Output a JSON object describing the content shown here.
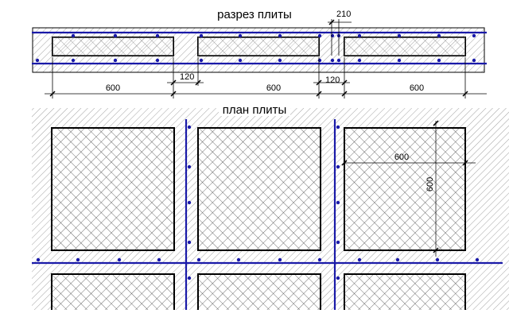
{
  "section": {
    "title": "разрез плиты",
    "dims": {
      "rib": "210",
      "insert_a": "600",
      "gap_a": "120",
      "insert_b": "600",
      "gap_b": "120",
      "insert_c": "600"
    }
  },
  "plan": {
    "title": "план плиты",
    "dims": {
      "width": "600",
      "height": "600"
    }
  },
  "colors": {
    "rebar": "#1a1aa8",
    "line": "#000000",
    "hatch": "#7a7a7a"
  }
}
